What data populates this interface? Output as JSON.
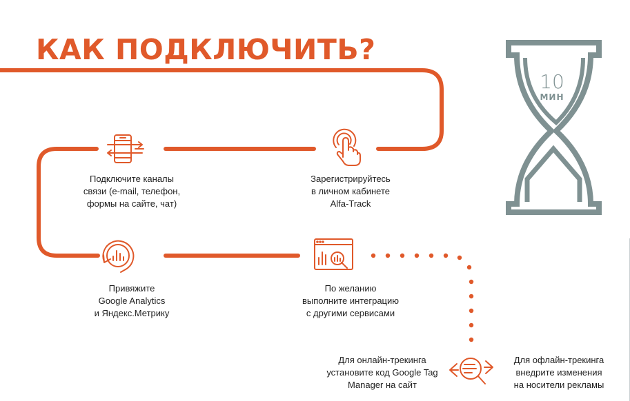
{
  "title": "КАК ПОДКЛЮЧИТЬ?",
  "timer": {
    "number": "10",
    "unit": "МИН"
  },
  "steps": {
    "connect_channels": "Подключите каналы\nсвязи (e-mail, телефон,\nформы на сайте, чат)",
    "register": "Зарегистрируйтесь\nв личном кабинете\nAlfa-Track",
    "link_analytics": "Привяжите\nGoogle Analytics\nи Яндекс.Метрику",
    "integration": "По желанию\nвыполните интеграцию\nс другими сервисами",
    "online_tracking": "Для онлайн-трекинга\nустановите код Google Tag\nManager на сайт",
    "offline_tracking": "Для офлайн-трекинга\nвнедрите изменения\nна носители рекламы"
  },
  "colors": {
    "accent": "#e0592a",
    "timer": "#7f9192",
    "text": "#1f1f1f"
  },
  "icons": {
    "connect_channels": "phone-arrows-icon",
    "register": "tap-finger-icon",
    "link_analytics": "analytics-refresh-icon",
    "integration": "browser-chart-search-icon",
    "tracking": "search-document-arrows-icon",
    "timer": "hourglass-icon"
  }
}
